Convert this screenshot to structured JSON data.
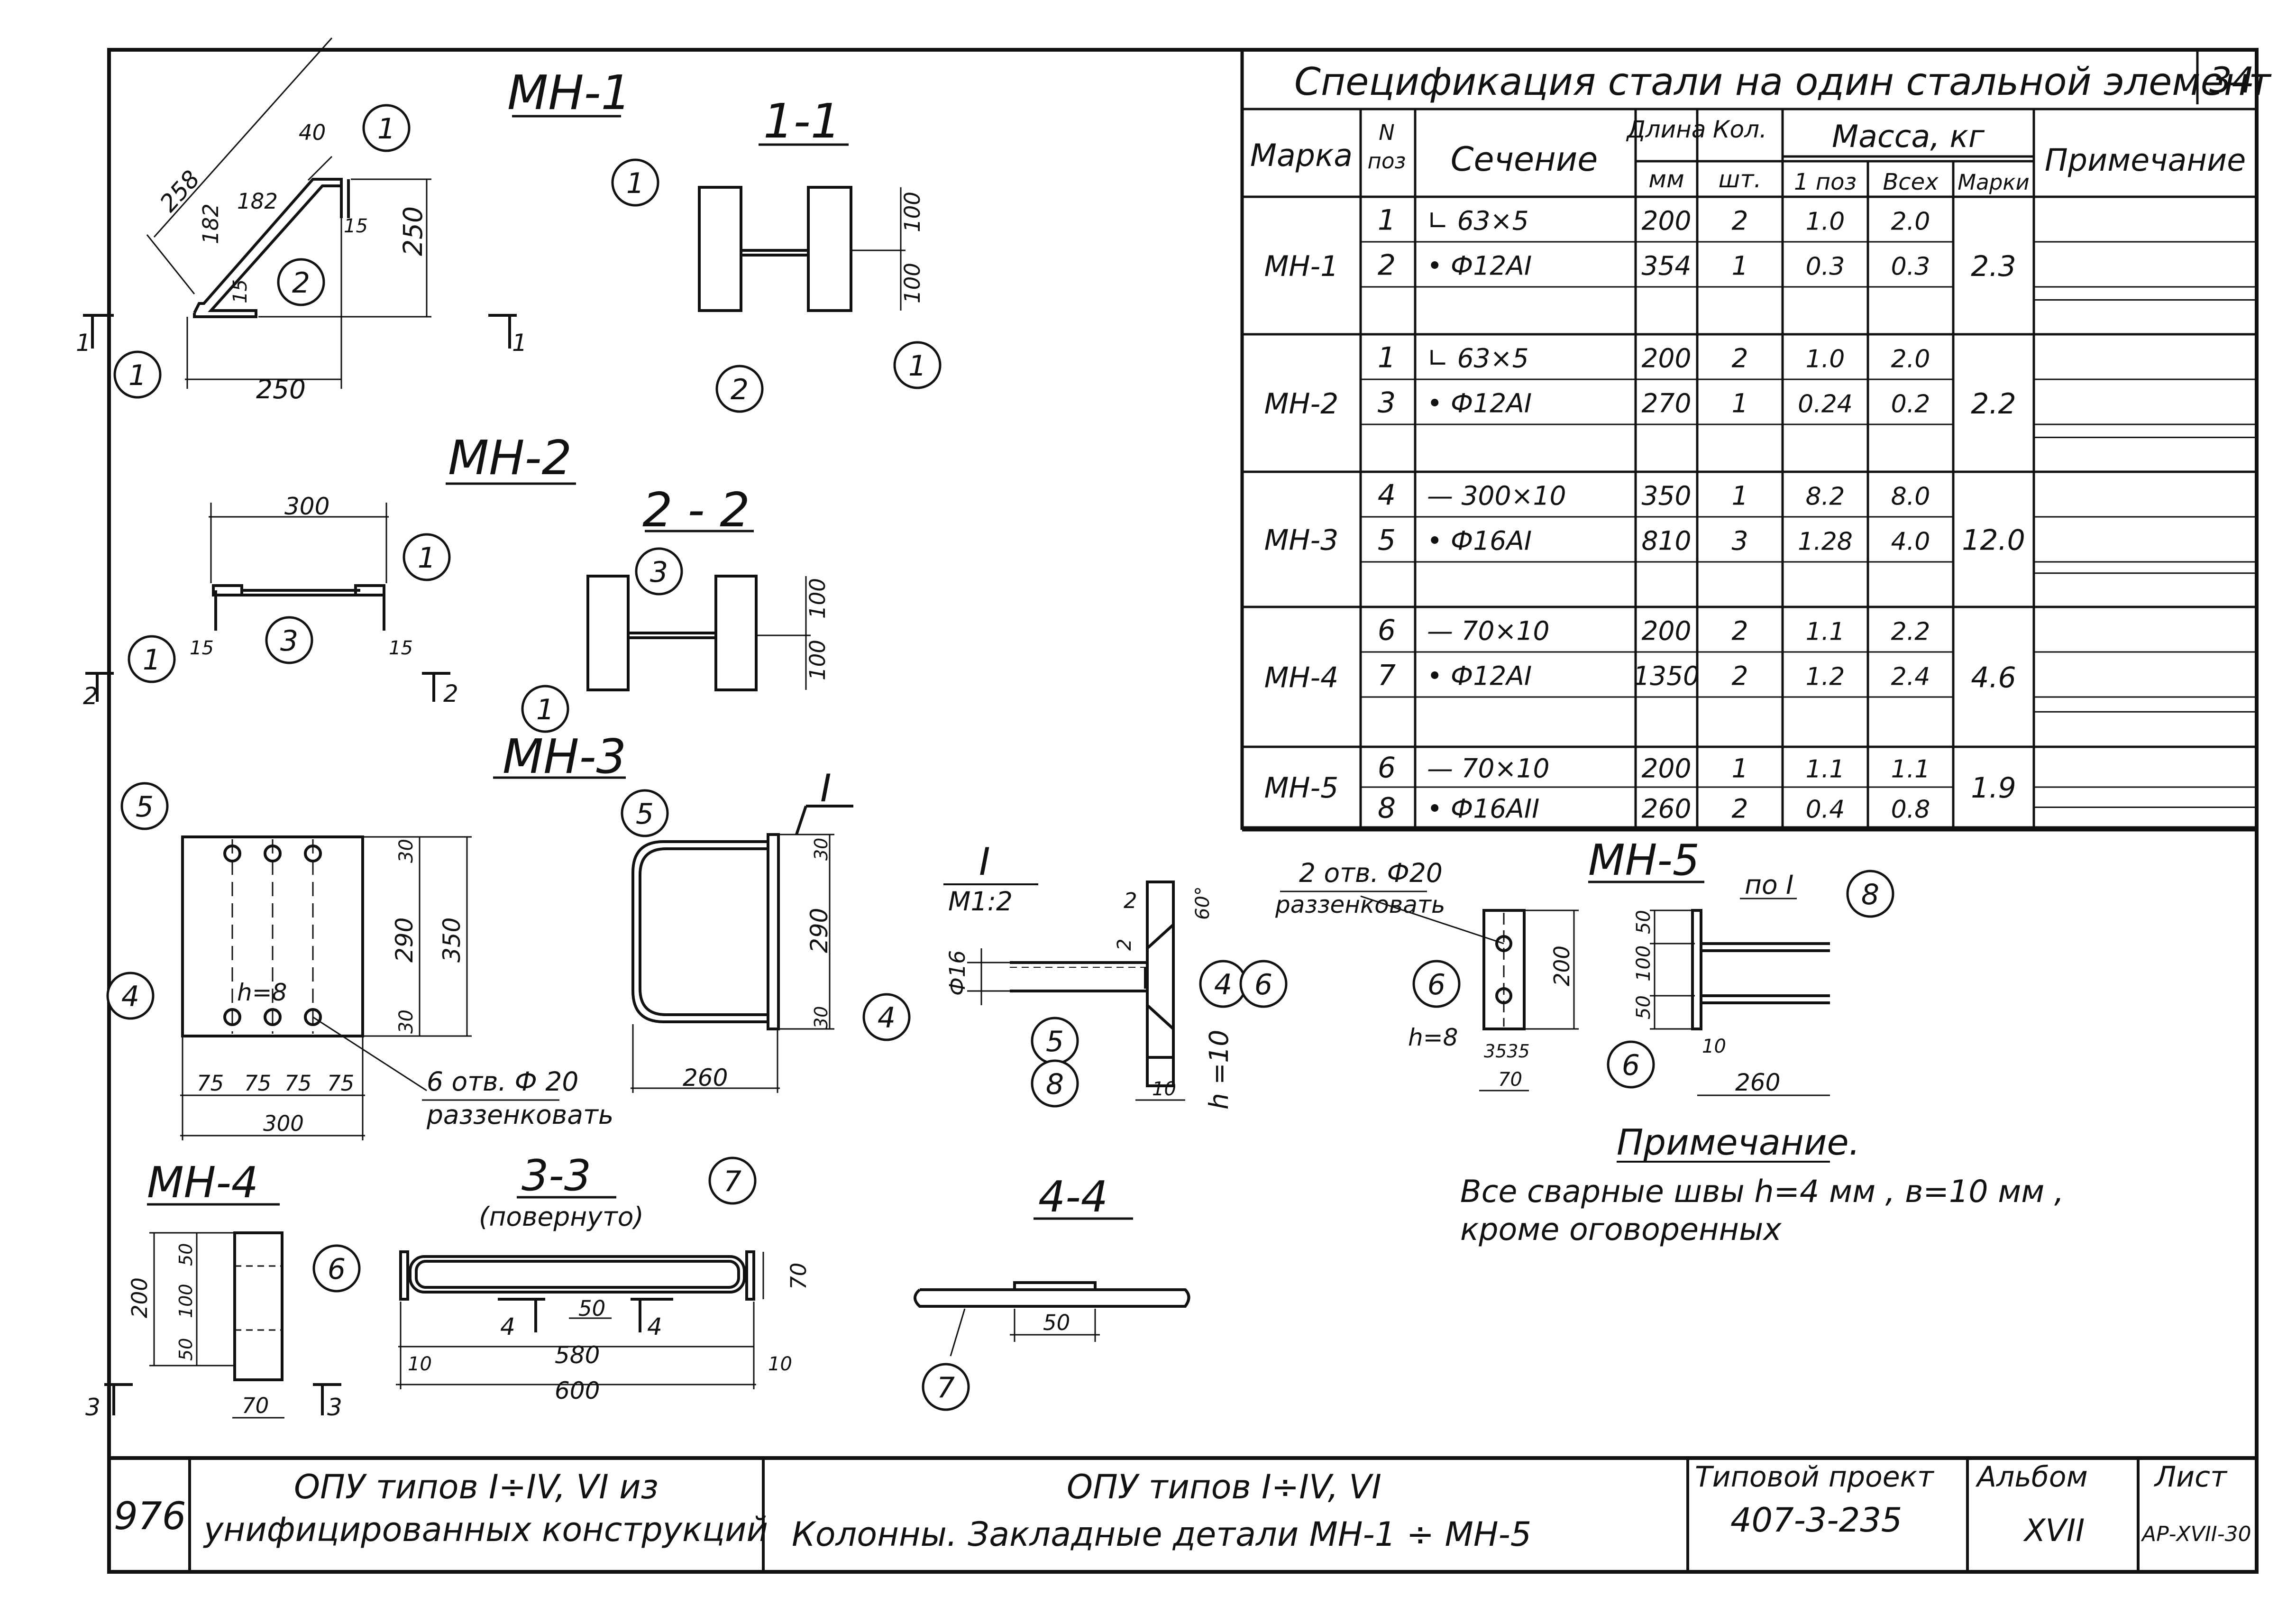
{
  "page_number": "34",
  "spec": {
    "title": "Спецификация стали на один стальной элемент",
    "headers": {
      "mark": "Марка",
      "pos_top": "N",
      "pos_bottom": "поз",
      "section": "Сечение",
      "length_top": "Длина",
      "length_bottom": "мм",
      "qty_top": "Кол.",
      "qty_bottom": "шт.",
      "mass": "Масса, кг",
      "mass_one": "1 поз",
      "mass_all": "Всех",
      "mass_mark": "Марки",
      "note": "Примечание"
    },
    "groups": [
      {
        "mark": "МН-1",
        "total": "2.3",
        "rows": [
          {
            "pos": "1",
            "section": "∟ 63×5",
            "length": "200",
            "qty": "2",
            "m1": "1.0",
            "mall": "2.0"
          },
          {
            "pos": "2",
            "section": "• Ф12АI",
            "length": "354",
            "qty": "1",
            "m1": "0.3",
            "mall": "0.3"
          }
        ]
      },
      {
        "mark": "МН-2",
        "total": "2.2",
        "rows": [
          {
            "pos": "1",
            "section": "∟ 63×5",
            "length": "200",
            "qty": "2",
            "m1": "1.0",
            "mall": "2.0"
          },
          {
            "pos": "3",
            "section": "• Ф12АI",
            "length": "270",
            "qty": "1",
            "m1": "0.24",
            "mall": "0.2"
          }
        ]
      },
      {
        "mark": "МН-3",
        "total": "12.0",
        "rows": [
          {
            "pos": "4",
            "section": "— 300×10",
            "length": "350",
            "qty": "1",
            "m1": "8.2",
            "mall": "8.0"
          },
          {
            "pos": "5",
            "section": "• Ф16АI",
            "length": "810",
            "qty": "3",
            "m1": "1.28",
            "mall": "4.0"
          }
        ]
      },
      {
        "mark": "МН-4",
        "total": "4.6",
        "rows": [
          {
            "pos": "6",
            "section": "— 70×10",
            "length": "200",
            "qty": "2",
            "m1": "1.1",
            "mall": "2.2"
          },
          {
            "pos": "7",
            "section": "• Ф12АI",
            "length": "1350",
            "qty": "2",
            "m1": "1.2",
            "mall": "2.4"
          }
        ]
      },
      {
        "mark": "МН-5",
        "total": "1.9",
        "rows": [
          {
            "pos": "6",
            "section": "— 70×10",
            "length": "200",
            "qty": "1",
            "m1": "1.1",
            "mall": "1.1"
          },
          {
            "pos": "8",
            "section": "• Ф16АII",
            "length": "260",
            "qty": "2",
            "m1": "0.4",
            "mall": "0.8"
          }
        ]
      }
    ]
  },
  "views": {
    "mn1": {
      "title": "МН-1",
      "dim_258": "258",
      "dim_40": "40",
      "dim_182a": "182",
      "dim_182b": "182",
      "dim_15a": "15",
      "dim_15b": "15",
      "dim_250v": "250",
      "dim_250h": "250",
      "cut": "1"
    },
    "s11": {
      "title": "1-1",
      "dim_100a": "100",
      "dim_100b": "100"
    },
    "mn2": {
      "title": "МН-2",
      "dim_300": "300",
      "dim_15a": "15",
      "dim_15b": "15",
      "cut": "2"
    },
    "s22": {
      "title": "2 - 2",
      "dim_100a": "100",
      "dim_100b": "100"
    },
    "mn3": {
      "title": "МН-3",
      "h": "h=8",
      "d30a": "30",
      "d290": "290",
      "d30b": "30",
      "d350": "350",
      "d75a": "75",
      "d75b": "75",
      "d75c": "75",
      "d75d": "75",
      "d300": "300",
      "holes_1": "6 отв. Ф 20",
      "holes_2": "раззенковать",
      "d30c": "30",
      "d290b": "290",
      "d30d": "30",
      "d260": "260",
      "mark_I": "I"
    },
    "det1": {
      "title": "I",
      "scale": "М1:2",
      "phi": "Ф16",
      "d2a": "2",
      "d2b": "2",
      "d60": "60°",
      "d10": "10",
      "h10": "h =10"
    },
    "mn5": {
      "title": "МН-5",
      "holes_1": "2 отв. Ф20",
      "holes_2": "раззенковать",
      "po": "по I",
      "h": "h=8",
      "d200": "200",
      "d35": "3535",
      "d70": "70",
      "d50a": "50",
      "d100": "100",
      "d50b": "50",
      "d10": "10",
      "d260": "260"
    },
    "mn4": {
      "title": "МН-4",
      "d50a": "50",
      "d100": "100",
      "d50b": "50",
      "d200": "200",
      "d70": "70",
      "cut": "3"
    },
    "s33": {
      "title": "3-3",
      "sub": "(повернуто)",
      "d50": "50",
      "d580": "580",
      "d600": "600",
      "d10a": "10",
      "d10b": "10",
      "d70": "70",
      "cut": "4"
    },
    "s44": {
      "title": "4-4",
      "d50": "50"
    }
  },
  "callouts": {
    "c1": "1",
    "c2": "2",
    "c3": "3",
    "c4": "4",
    "c5": "5",
    "c6": "6",
    "c7": "7",
    "c8": "8"
  },
  "note": {
    "title": "Примечание.",
    "line1": "Все сварные швы h=4 мм , в=10 мм ,",
    "line2": "кроме оговоренных"
  },
  "titleblock": {
    "number": "976",
    "left_1": "ОПУ типов I÷IV, VI из",
    "left_2": "унифицированных конструкций",
    "center_1": "ОПУ типов I÷IV, VI",
    "center_2": "Колонны. Закладные детали МН-1 ÷ МН-5",
    "project_label": "Типовой проект",
    "project_number": "407-3-235",
    "album_label": "Альбом",
    "album_number": "XVII",
    "sheet_label": "Лист",
    "sheet_number": "АР-XVII-30"
  }
}
